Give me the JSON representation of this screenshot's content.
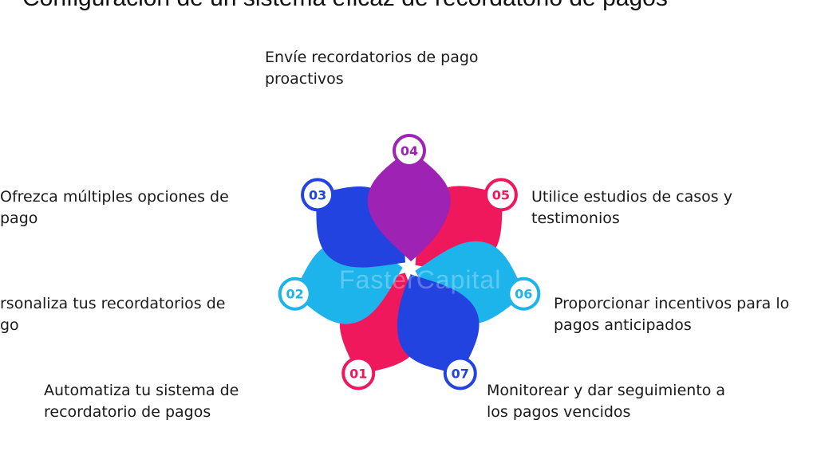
{
  "title": "Configuración de un sistema eficaz de recordatorio de pagos",
  "watermark": "FasterCapital",
  "steps": [
    {
      "number": "01",
      "line1": "Automatiza tu sistema de",
      "line2": "recordatorio de pagos",
      "color": "#f0185c"
    },
    {
      "number": "02",
      "line1": "rsonaliza tus recordatorios de",
      "line2": "go",
      "color": "#1db4ec"
    },
    {
      "number": "03",
      "line1": "Ofrezca múltiples opciones de",
      "line2": "pago",
      "color": "#2243e0"
    },
    {
      "number": "04",
      "line1": "Envíe recordatorios de pago",
      "line2": "proactivos",
      "color": "#9e22b4"
    },
    {
      "number": "05",
      "line1": "Utilice estudios de casos y",
      "line2": "testimonios",
      "color": "#f0185c"
    },
    {
      "number": "06",
      "line1": "Proporcionar incentivos para lo",
      "line2": "pagos anticipados",
      "color": "#1db4ec"
    },
    {
      "number": "07",
      "line1": "Monitorear y dar seguimiento a",
      "line2": "los pagos vencidos",
      "color": "#2243e0"
    }
  ]
}
